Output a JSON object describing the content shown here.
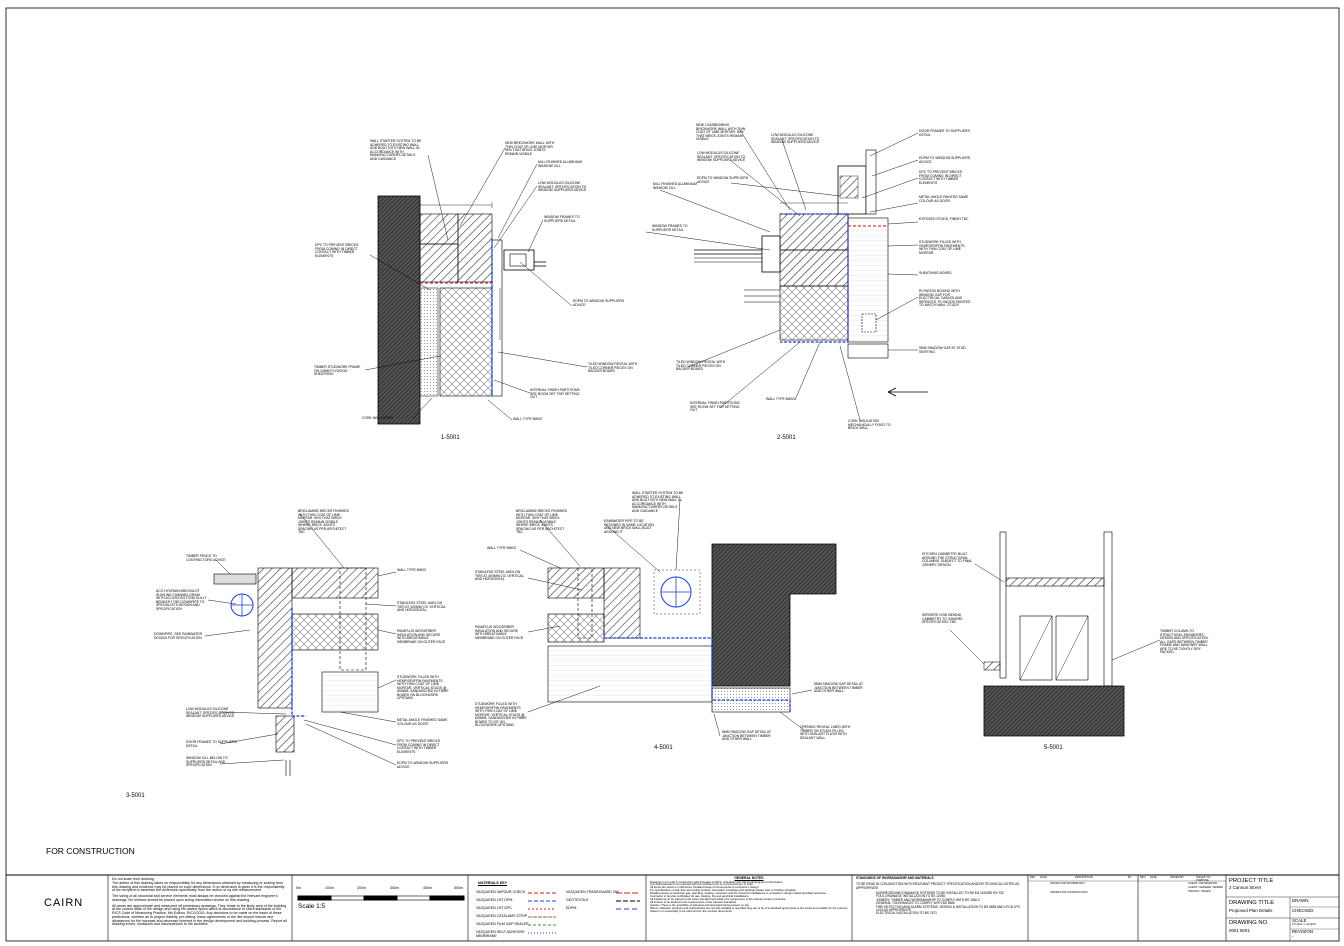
{
  "sheet": {
    "status": "FOR CONSTRUCTION",
    "logo": "CAIRN"
  },
  "details": [
    {
      "id": "d1",
      "label": "1-5001"
    },
    {
      "id": "d2",
      "label": "2-5001"
    },
    {
      "id": "d3",
      "label": "3-5001"
    },
    {
      "id": "d4",
      "label": "4-5001"
    },
    {
      "id": "d5",
      "label": "5-5001"
    }
  ],
  "notes": {
    "d1": [
      "WALL STARTER SYSTEM TO BE ADHERED TO EXISTING WALL AND BUILT INTO NEW WALL IN ACCORDANCE WITH MANUFACTURERS DETAILS AND GUIDANCE",
      "NEW BRICKWORK WALL WITH THIN COAT OF LIME MORTAR. 50% THAT BRICK JOINTS REMAIN VISIBLE",
      "MILL FINISHED ALUMINIUM WINDOW CILL",
      "LOW MODULUS SILICONE SEALANT. SPECIFICATION TO WINDOW SUPPLIERS ADVICE",
      "WINDOW FRAMES TO SUPPLIERS DETAIL",
      "DPC TO PREVENT BRICKS FROM COMING IN DIRECT CONTACT WITH TIMBER ELEMENTS",
      "EDPM TO WINDOW SUPPLIERS ADVICE",
      "TIMBER STUDWORK FRAME ON 12mm PLYWOOD SHEATHING",
      "TILED WINDOW REVEAL WITH TILED CORNER PIECES ON BACKER BOARD",
      "INTERNAL FINISH PARTITIONS. SEE ROOM SET FOR SETTING OUT",
      "CORK INSULATION",
      "WALL TYPE BW03"
    ],
    "d2": [
      "NEW LOADBEARING BRICKWORK WALL WITH THIN COAT OF LIME MORTAR. 50% THAT BRICK JOINTS REMAIN VISIBLE",
      "LOW MODULUS SILICONE SEALANT. SPECIFICATION TO WINDOW SUPPLIERS ADVICE",
      "LOW MODULUS SILICONE SEALANT. SPECIFICATION TO WINDOW SUPPLIERS ADVICE",
      "EDPM TO WINDOW SUPPLIERS ADVICE",
      "MILL FINISHED ALUMINIUM WINDOW CILL",
      "WINDOW FRAMES TO SUPPLIERS DETAIL",
      "DOOR FRAMES TO SUPPLIERS DETAIL",
      "EDPM TO WINDOW SUPPLIERS ADVICE",
      "DPC TO PREVENT BRICKS FROM COMING IN DIRECT CONTACT WITH TIMBER ELEMENTS",
      "METAL ANGLE PAINTED SAME COLOUR AS DOOR",
      "EXPOSED STUDS, FINISH TBC",
      "STUDWORK FILLED WITH HEMP/GRIFFIN PAVEMENTS WITH THIN COAT OF LIME MORTAR",
      "SHEATHING BOARD",
      "PLYWOOD BOXING WITH WINDOW GAP FOR ELECTRICAL CABLES AND SERVICES. PLYWOOD PAINTED TO MATCH WALL STUDS",
      "5mm SHADOW GAP AT STUD SKIRTING",
      "TILED WINDOW REVEAL WITH TILED CORNER PIECES ON BACKER BOARD",
      "INTERNAL FINISH PARTITIONS. SEE ROOM SET FOR SETTING OUT",
      "WALL TYPE BW03",
      "CORK INSULATION MECHANICALLY FIXED TO BRICK WALL"
    ],
    "d3": [
      "BRICLAMINE BRICKS FINISHED WITH THIN COAT OF LIME MORTAR. 50% THAT BRICK JOINTS REMAIN VISIBLE WHERE BRICK JOINTS SPACING AS PER ARCHITECT TBC",
      "TIMBER FENCE TO CONTRACTORS ADVICE",
      "WALL TYPE BW03",
      "ACO HYDRAIN BRICKSLOT SLIMLINE CHANNEL DRAIN WITH ACCESS BOTTOM GULLY BENEATH THE DOWNPIPE TO SPECIALISTS DESIGN AND SPECIFICATION",
      "STAINLESS STEEL ANGLON TIES AT 400mm c/c VERTICAL AND HORIZONTAL",
      "PAVAPLUS WOODFIBER INSULATION AND SECURE WITH BREATHABLE MEMBRANE ON OUTER FACE",
      "DOWNPIPE. SEE RAINWATER DESIGN FOR SPECIFICATION",
      "STUDWORK FILLED WITH HEMP/GRIFFIN PAVEMENTS WITH THIN COAT OF LIME MORTAR. VERTICAL STUDS @ 600mm, SANDWICHED IN FIBRE BOARD ON BLOCKWORK UPSTAND",
      "LOW MODULUS SILICONE SEALANT. SPECIFICATION TO WINDOW SUPPLIERS ADVICE",
      "METAL ANGLE FINISHED SAME COLOUR AS DOOR",
      "DOOR FRAMES TO SUPPLIERS DETAIL",
      "DPC TO PREVENT BRICKS FROM COMING IN DIRECT CONTACT WITH TIMBER ELEMENTS",
      "WINDOW CILL BELOW TO SUPPLIERS DETAIL AND SPECIFICATION",
      "EDPM TO WINDOW SUPPLIERS ADVICE"
    ],
    "d4": [
      "WALL STARTER SYSTEM TO BE ADHERED TO EXISTING WALL AND BUILT INTO NEW WALL IN ACCORDANCE WITH MANUFACTURERS DETAILS AND GUIDANCE",
      "BRICLAMINE BRICKS FINISHED WITH THIN COAT OF LIME MORTAR. 50% THAT BRICK JOINTS REMAIN VISIBLE WHERE BRICK JOINTS SPACING AS PER ARCHITECT TBC",
      "WALL TYPE BW03",
      "RAINWATER PIPE TO BE RETAINED IN SAME LOCATION AND NEW BRICK WALL BUILT AROUND IT",
      "STAINLESS STEEL ANGLON TIES AT 400mm c/c VERTICAL AND HORIZONTAL",
      "PAVAPLUS WOODFIBER INSULATION AND SECURE WITH BREATHABLE MEMBRANE ON OUTER FACE",
      "STUDWORK FILLED WITH HEMP/GRIFFIN PAVEMENTS WITH THIN COAT OF LIME MORTAR. VERTICAL STUDS @ 600mm, SANDWICHED IN FIBRE BOARD TO SIT ON BLOCKWORK UPSTAND",
      "5mm SHADOW GAP DETAIL AT JUNCTION BETWEEN TIMBER AND OTHER WALL",
      "5mm SHADOW GAP DETAIL AT JUNCTION BETWEEN TIMBER AND OTHER WALL",
      "OPENING REVEAL LINED WITH TIMBER ON STUDS FILLED WITH SEALANT FLUSH WITH SEALANT WALL"
    ],
    "d5": [
      "KITCHEN CABINETRY BUILT AROUND THE STRUCTURAL COLUMNS. SUBJECT TO FINAL JOINERY DESIGN",
      "SERVERS VOID BEHIND CABINETRY TO JOINERS SPECIFICATION. TBC",
      "TIMBER COLUMN TO STRUCTURAL ENGINEERS DESIGN AND SPECIFICATION. ALL GAPS BETWEEN TIMBER FRAME AND MASONRY WALL ARE TO BE TIGHTLY DRY PACKED."
    ]
  },
  "disclaimer": [
    "Do not scale from drawing.",
    "The author of this drawing takes no responsibility for any dimensions obtained by measuring or scaling from this drawing and evidence may be placed on such dimensions. If no dimension is given it is the responsibility of the recipient to ascertain the dimension specifically from the author or by site measurement.",
    "The sizing of all structural and service elements must always be checked against the relevant engineer's drawings. No reliance should be placed upon sizing information shown on this drawing.",
    "All areas are approximate and measured off preliminary drawings. They relate to the likely area of the building at the current state of the design and using the stated option which is accordance to client standards of the RICS Code of Measuring Practice, 6th Edition, RICS/2015. Any decisions to be made on the basis of these predictions, whether as to project viability, pre-letting, lease agreements or the like should include due allowances for the increase and decrease inherent in the design development and building process. Report all drawing errors, omissions and discrepancies to the architect."
  ],
  "scale_bar": {
    "ticks": [
      "0m",
      "100m",
      "200m",
      "300m",
      "400m",
      "500m"
    ],
    "label": "Scale 1:5"
  },
  "materials_key": {
    "heading": "MATERIALS KEY",
    "items": [
      "VASQUEEN VAPOUR CHECK",
      "VASQUEEN 1HT DPM",
      "VASQUEEN 1HT DPC",
      "VASQUEEN CATALAMS STRIP",
      "VASQUEEN FILM GAP SEALER",
      "VASQUEEN SELF ADHESIVE MEMBRANE",
      "VASQUEEN TRANSGUARD 300",
      "GEOTEXTILE",
      "EDPM"
    ]
  },
  "general_notes": {
    "heading": "GENERAL NOTES",
    "lines": [
      "Drawings to be read in conjunction with Schedule of Work, schedules and Structural Engineer's information.",
      "Any discrepancies to be reported with the Architect prior to commencement of work.",
      "All levels are shown in millimetres. Detailed design of all elements is contractor's design.",
      "For specification of wall, floor and ceiling finishes, decorative mouldings and skirtings please refer to finishes schedule.",
      "Detailed design of electrical, gas, plumbing, heating, extraction and fire detection installations to contractor's design unless specified otherwise.",
      "Contractor to provide certificates for gas, heating, fire and electrical installations.",
      "All tradesmen to be trained to the same standard and satisfy the requirement of the relevant codes of practice.",
      "All timbers to be treated to the requirements of the relevant standards.",
      "Caution: There is the possibility of asbestos and lead paint being present on site.",
      "Where materials, products and workmanship are not fully detailed or specified they are to be of a standard appropriate to the works and suitable for the purpose stated in or reasonably to be inferred from the contract documents."
    ]
  },
  "standards": {
    "heading": "STANDARDS OF WORKMANSHIP AND MATERIALS",
    "intro": "TO BE READ IN CONJUNCTION WITH RELEVANT PROJECT SPECIFICATION AND/OR TECHNICAL NOTES AS APPROPRIATE",
    "items": [
      "UNDERGROUND DRAINAGE SYSTEMS TO BE INSTALLED TO BS EN 1610/BS EN 752",
      "FOUL DRAINAGE INSTALLATION TO BS 12056",
      "JOINERY, TIMBER AND WORKMANSHIP TO COMPLY WITH BS 1186-2",
      "GENERAL TOLERANCES TO COMPLY WITH BS 5606",
      "FIRE DETECTION AND ALARM SYSTEMS, DESIGN & INSTALLATION TO BS 5839 AND LPCB LPS 1014 AS APPROPRIATE",
      "ELECTRICAL INSTALLATION TO BS 7671"
    ]
  },
  "revisions": {
    "columns": [
      "REV",
      "DATE",
      "DESCRIPTION",
      "BY"
    ],
    "rows": [
      [
        "-",
        "",
        "ISSUED FOR INFORMATION",
        ""
      ],
      [
        "-",
        "",
        "ISSUED FOR CONSTRUCTION",
        ""
      ]
    ]
  },
  "issue_sheet": {
    "columns": [
      "REV",
      "DATE",
      "ISSUED BY",
      "ISSUED TO / PURPOSE"
    ],
    "rows": [
      [
        "-",
        "",
        "",
        "CLIENT / INFORMATION"
      ],
      [
        "-",
        "",
        "",
        "CLIENT / GENERAL TENDER"
      ],
      [
        "-",
        "",
        "",
        "PRICING / ISSUED"
      ]
    ]
  },
  "title_block": {
    "project_title_label": "PROJECT TITLE",
    "project_title": "2 Cannon Street",
    "drawing_title_label": "DRAWING TITLE",
    "drawing_title": "Proposed Plan Details",
    "drawing_no_label": "DRAWING NO.",
    "drawing_no": "0001 5001",
    "drawn_label": "DRAWN",
    "checked_label": "CHECKED",
    "scale_label": "SCALE",
    "scale_value": "1:5 @A1 / 1:10 @A3",
    "revision_label": "REVISION",
    "revision_value": "-"
  },
  "colors": {
    "ink": "#000000",
    "membrane": "#1a3fd0",
    "dpc": "#d01a1a",
    "solid_hatch": "#3a3a3a"
  }
}
